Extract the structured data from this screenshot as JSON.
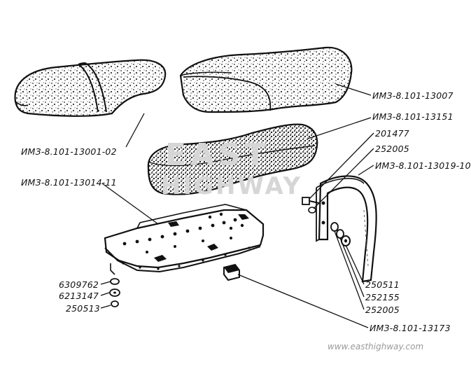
{
  "labels": {
    "seat_cover_1": "ИМЗ-8.101-13001-02",
    "seat_cover_2": "ИМЗ-8.101-13007",
    "cushion": "ИМЗ-8.101-13151",
    "bolt": "201477",
    "washer_top": "252005",
    "handle": "ИМЗ-8.101-13019-10",
    "seat_base": "ИМЗ-8.101-13014-11",
    "part_6309762": "6309762",
    "part_6213147": "6213147",
    "part_250513": "250513",
    "nut_250511": "250511",
    "washer_252155": "252155",
    "washer_252005": "252005",
    "buffer": "ИМЗ-8.101-13173"
  },
  "watermark": {
    "line1": "EAST",
    "line2": "HIGHWAY",
    "url": "www.easthighway.com"
  },
  "colors": {
    "ink": "#111111",
    "watermark": "#d6d6d6"
  }
}
